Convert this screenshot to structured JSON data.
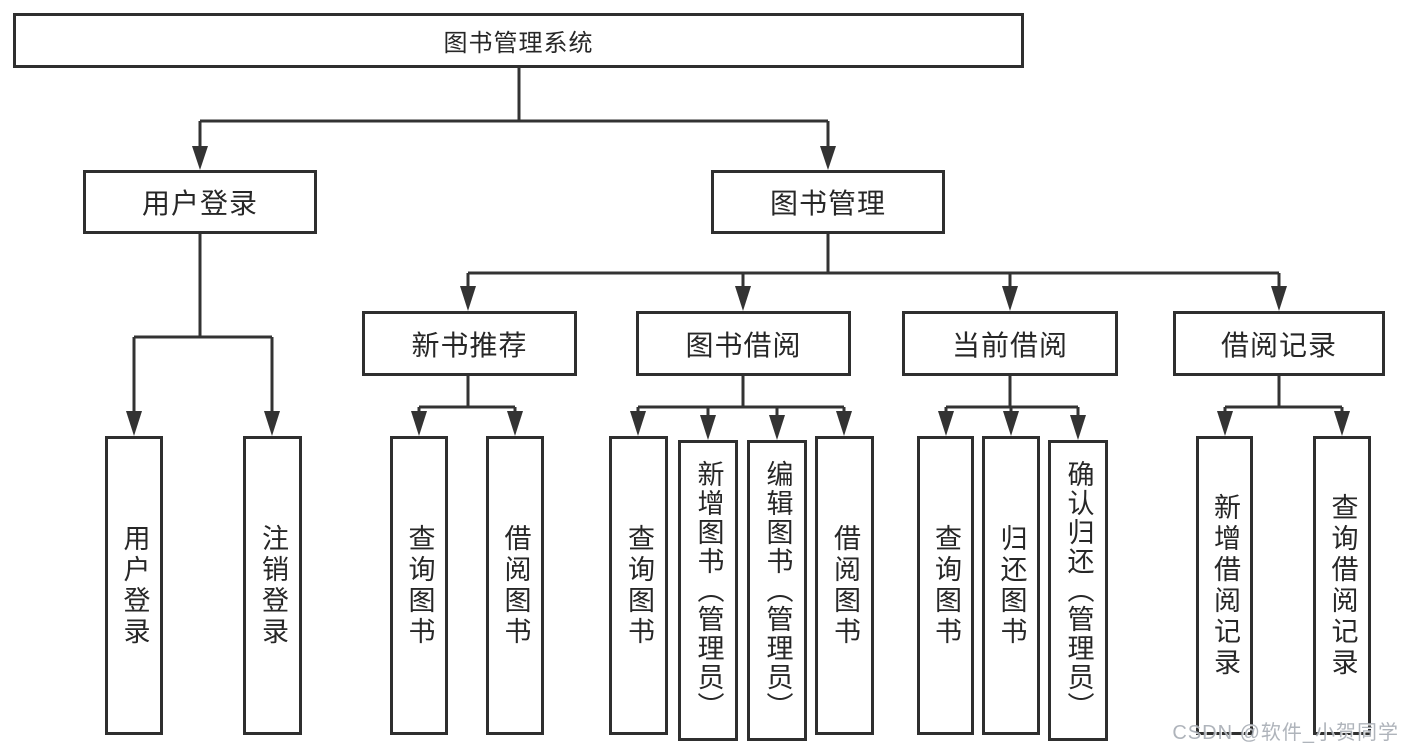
{
  "diagram": {
    "root": "图书管理系统",
    "branches": [
      {
        "label": "用户登录",
        "leaves": [
          "用户登录",
          "注销登录"
        ]
      },
      {
        "label": "图书管理",
        "groups": [
          {
            "label": "新书推荐",
            "leaves": [
              "查询图书",
              "借阅图书"
            ]
          },
          {
            "label": "图书借阅",
            "leaves": [
              "查询图书",
              "新增图书（管理员）",
              "编辑图书（管理员）",
              "借阅图书"
            ]
          },
          {
            "label": "当前借阅",
            "leaves": [
              "查询图书",
              "归还图书",
              "确认归还（管理员）"
            ]
          },
          {
            "label": "借阅记录",
            "leaves": [
              "新增借阅记录",
              "查询借阅记录"
            ]
          }
        ]
      }
    ]
  },
  "watermark": "CSDN @软件_小贺同学",
  "colors": {
    "line": "#333333",
    "box_border": "#2f2f2f",
    "text": "#272727",
    "watermark": "#a9aeb6",
    "background": "#ffffff"
  }
}
